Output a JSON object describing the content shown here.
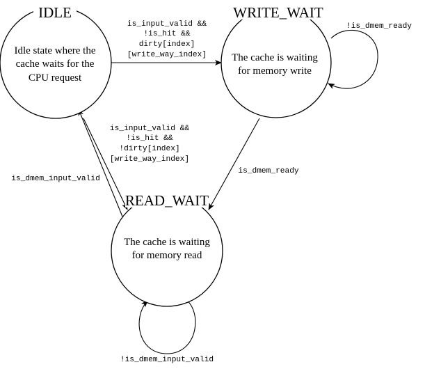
{
  "states": {
    "idle": {
      "title": "IDLE",
      "desc": [
        "Idle state where the",
        "cache waits for the",
        "CPU request"
      ]
    },
    "write_wait": {
      "title": "WRITE_WAIT",
      "desc": [
        "The cache is waiting",
        "for memory write"
      ]
    },
    "read_wait": {
      "title": "READ_WAIT",
      "desc": [
        "The cache is waiting",
        "for memory read"
      ]
    }
  },
  "transitions": {
    "idle_to_write_wait": [
      "is_input_valid &&",
      "!is_hit &&",
      "dirty[index]",
      "[write_way_index]"
    ],
    "write_wait_self": "!is_dmem_ready",
    "idle_to_read_wait": [
      "is_input_valid &&",
      "!is_hit &&",
      "!dirty[index]",
      "[write_way_index]"
    ],
    "read_wait_to_idle": "is_dmem_input_valid",
    "write_wait_to_read_wait": "is_dmem_ready",
    "read_wait_self": "!is_dmem_input_valid"
  }
}
